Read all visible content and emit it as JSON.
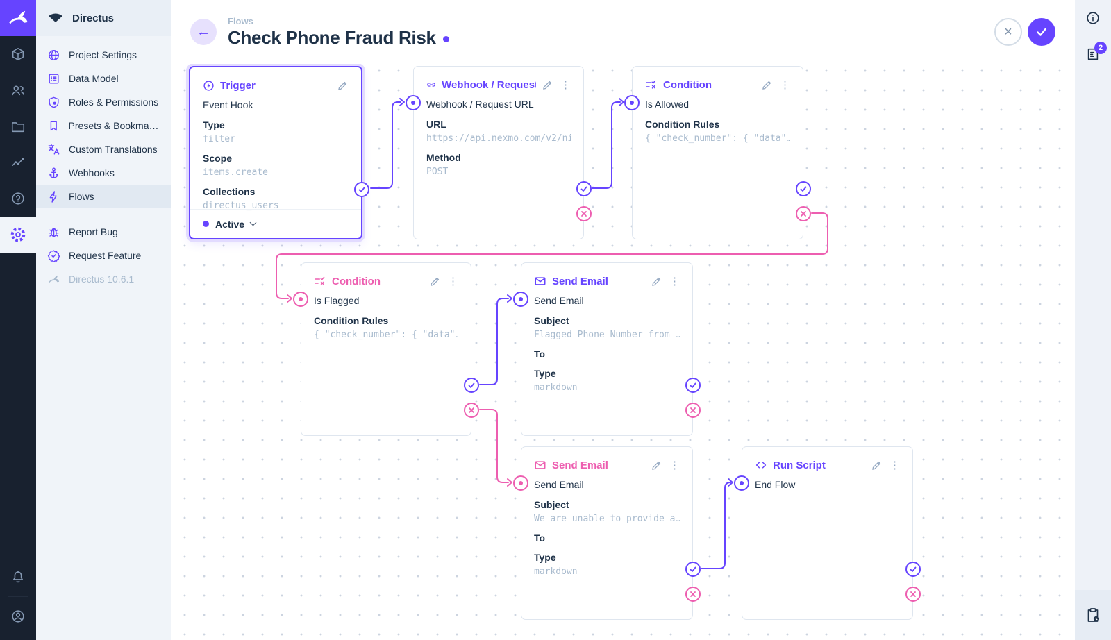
{
  "colors": {
    "accent": "#6644ff",
    "reject": "#ed5eb0",
    "module_bg": "#18212f",
    "sidebar_bg": "#f0f4f9"
  },
  "sidebar": {
    "project_name": "Directus",
    "items": [
      {
        "label": "Project Settings"
      },
      {
        "label": "Data Model"
      },
      {
        "label": "Roles & Permissions"
      },
      {
        "label": "Presets & Bookmarks"
      },
      {
        "label": "Custom Translations"
      },
      {
        "label": "Webhooks"
      },
      {
        "label": "Flows"
      }
    ],
    "secondary_items": [
      {
        "label": "Report Bug"
      },
      {
        "label": "Request Feature"
      }
    ],
    "version": "Directus 10.6.1"
  },
  "header": {
    "breadcrumb": "Flows",
    "title": "Check Phone Fraud Risk"
  },
  "right_bar": {
    "notices_badge": "2"
  },
  "nodes": {
    "trigger": {
      "title": "Trigger",
      "name": "Event Hook",
      "fields": [
        {
          "label": "Type",
          "value": "filter"
        },
        {
          "label": "Scope",
          "value": "items.create"
        },
        {
          "label": "Collections",
          "value": "directus_users"
        }
      ],
      "status": "Active"
    },
    "webhook": {
      "title": "Webhook / Request URL",
      "name": "Webhook / Request URL",
      "fields": [
        {
          "label": "URL",
          "value": "https://api.nexmo.com/v2/ni"
        },
        {
          "label": "Method",
          "value": "POST"
        }
      ]
    },
    "condition_allowed": {
      "title": "Condition",
      "name": "Is Allowed",
      "fields": [
        {
          "label": "Condition Rules",
          "value": "{ \"check_number\": { \"data\"…"
        }
      ]
    },
    "condition_flagged": {
      "title": "Condition",
      "name": "Is Flagged",
      "fields": [
        {
          "label": "Condition Rules",
          "value": "{ \"check_number\": { \"data\"…"
        }
      ]
    },
    "send_email_flagged": {
      "title": "Send Email",
      "name": "Send Email",
      "fields": [
        {
          "label": "Subject",
          "value": "Flagged Phone Number from …"
        },
        {
          "label": "To",
          "value": ""
        },
        {
          "label": "Type",
          "value": "markdown"
        }
      ]
    },
    "send_email_unable": {
      "title": "Send Email",
      "name": "Send Email",
      "fields": [
        {
          "label": "Subject",
          "value": "We are unable to provide a…"
        },
        {
          "label": "To",
          "value": ""
        },
        {
          "label": "Type",
          "value": "markdown"
        }
      ]
    },
    "run_script": {
      "title": "Run Script",
      "name": "End Flow",
      "fields": []
    }
  }
}
